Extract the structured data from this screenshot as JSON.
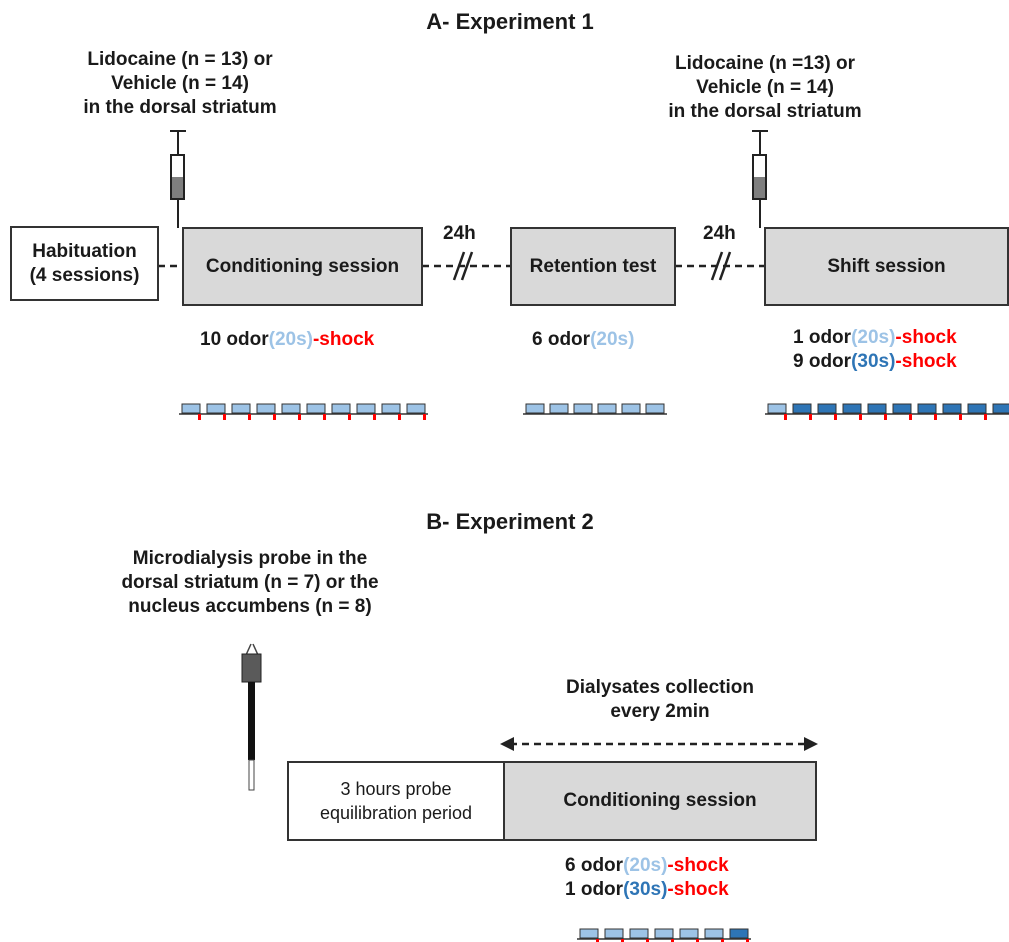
{
  "colors": {
    "box_fill": "#d9d9d9",
    "odor_20s": "#9dc3e6",
    "odor_30s": "#2e75b6",
    "shock": "#ff0000",
    "text": "#1a1a1a"
  },
  "exp1": {
    "title": "A- Experiment 1",
    "injection_left": [
      "Lidocaine (n = 13) or",
      "Vehicle (n = 14)",
      "in the dorsal striatum"
    ],
    "injection_right": [
      "Lidocaine (n =13) or",
      "Vehicle (n = 14)",
      "in the dorsal striatum"
    ],
    "habituation": [
      "Habituation",
      "(4 sessions)"
    ],
    "conditioning": "Conditioning session",
    "retention": "Retention test",
    "shift": "Shift session",
    "delay1": "24h",
    "delay2": "24h",
    "cond_trials": {
      "count": "10 odor",
      "dur": "(20s)",
      "shock": "-shock"
    },
    "ret_trials": {
      "count": "6 odor",
      "dur": "(20s)"
    },
    "shift_trials_1": {
      "count": "1 odor",
      "dur": "(20s)",
      "shock": "-shock"
    },
    "shift_trials_2": {
      "count": "9 odor",
      "dur": "(30s)",
      "shock": "-shock"
    },
    "cond_sequence": {
      "n": 10,
      "long_trials": 0,
      "shock": true
    },
    "ret_sequence": {
      "n": 6,
      "long_trials": 0,
      "shock": false
    },
    "shift_sequence": {
      "n": 10,
      "long_trials": 9,
      "shock": true
    }
  },
  "exp2": {
    "title": "B- Experiment 2",
    "probe": [
      "Microdialysis probe in the",
      "dorsal striatum (n = 7) or the",
      "nucleus accumbens (n = 8)"
    ],
    "collection": [
      "Dialysates collection",
      "every 2min"
    ],
    "equilibration": [
      "3 hours probe",
      "equilibration period"
    ],
    "conditioning": "Conditioning session",
    "trials_1": {
      "count": "6 odor",
      "dur": "(20s)",
      "shock": "-shock"
    },
    "trials_2": {
      "count": "1 odor",
      "dur": "(30s)",
      "shock": "-shock"
    },
    "sequence": {
      "n": 7,
      "long_trials": 1,
      "shock": true
    }
  }
}
